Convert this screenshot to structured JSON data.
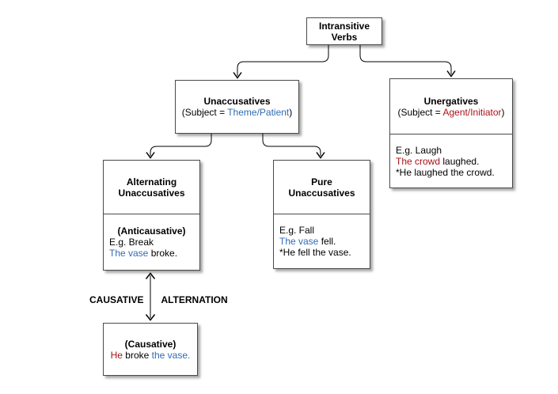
{
  "colors": {
    "role_blue": "#2f6bb4",
    "role_red": "#aa1117",
    "box_border": "#4a4a4a",
    "connector": "#000000",
    "background": "#ffffff"
  },
  "root_node": {
    "line1": "Intransitive",
    "line2": "Verbs"
  },
  "unaccusatives_node": {
    "title": "Unaccusatives",
    "subject_prefix": "(Subject = ",
    "subject_role": "Theme/Patient",
    "subject_suffix": ")"
  },
  "unergatives_node": {
    "title": "Unergatives",
    "subject_prefix": "(Subject = ",
    "subject_role": "Agent/Initiator",
    "subject_suffix": ")",
    "example_label": "E.g. Laugh",
    "example_subject": "The crowd",
    "example_rest": " laughed.",
    "ungrammatical": "*He laughed the crowd."
  },
  "alternating_node": {
    "title_line1": "Alternating",
    "title_line2": "Unaccusatives",
    "subtype": "(Anticausative)",
    "example_label": "E.g. Break",
    "example_subject": "The vase",
    "example_rest": " broke."
  },
  "pure_node": {
    "title_line1": "Pure",
    "title_line2": "Unaccusatives",
    "example_label": "E.g. Fall",
    "example_subject": "The vase",
    "example_rest": " fell.",
    "ungrammatical": "*He fell the vase."
  },
  "causative_node": {
    "subtype": "(Causative)",
    "sentence_subject": "He",
    "sentence_verb": " broke ",
    "sentence_object": "the vase."
  },
  "alternation_labels": {
    "left": "CAUSATIVE",
    "right": "ALTERNATION"
  }
}
